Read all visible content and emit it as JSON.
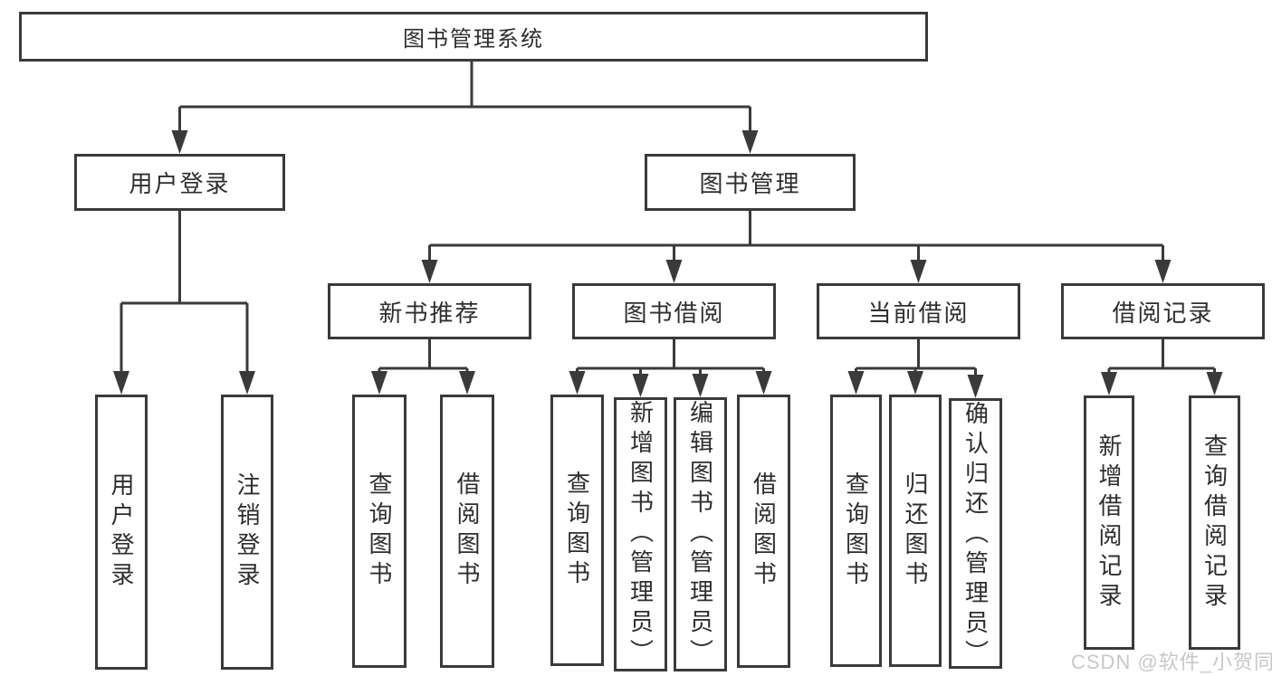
{
  "diagram": {
    "root": {
      "label": "图书管理系统"
    },
    "level2": [
      {
        "label": "用户登录"
      },
      {
        "label": "图书管理"
      }
    ],
    "level3": [
      {
        "label": "新书推荐"
      },
      {
        "label": "图书借阅"
      },
      {
        "label": "当前借阅"
      },
      {
        "label": "借阅记录"
      }
    ],
    "leaves": {
      "user_login": [
        "用户登录",
        "注销登录"
      ],
      "new_book": [
        "查询图书",
        "借阅图书"
      ],
      "book_borrow": [
        "查询图书",
        "新增图书（管理员）",
        "编辑图书（管理员）",
        "借阅图书"
      ],
      "current_borrow": [
        "查询图书",
        "归还图书",
        "确认归还（管理员）"
      ],
      "borrow_record": [
        "新增借阅记录",
        "查询借阅记录"
      ]
    }
  },
  "watermark": {
    "text": "CSDN @软件_小贺同学"
  },
  "colors": {
    "stroke": "#3a3a3a",
    "text": "#2e2e2e",
    "watermark": "#c5c5c5",
    "background": "#ffffff"
  }
}
